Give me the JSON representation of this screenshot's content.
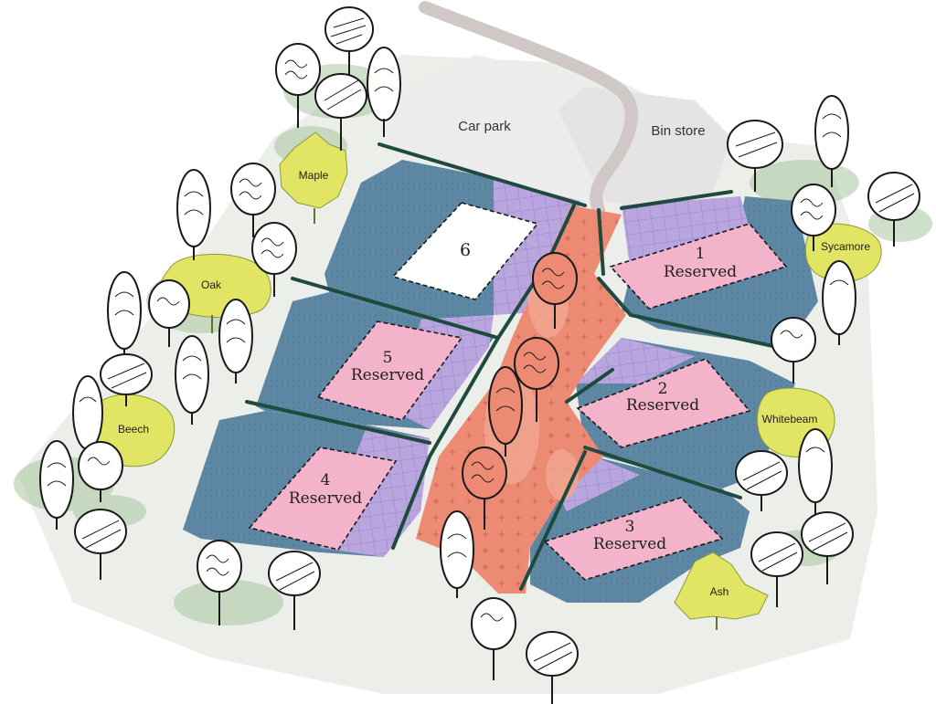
{
  "areas": {
    "car_park": "Car park",
    "bin_store": "Bin store"
  },
  "plots": [
    {
      "id": "1",
      "number": "1",
      "status": "Reserved"
    },
    {
      "id": "2",
      "number": "2",
      "status": "Reserved"
    },
    {
      "id": "3",
      "number": "3",
      "status": "Reserved"
    },
    {
      "id": "4",
      "number": "4",
      "status": "Reserved"
    },
    {
      "id": "5",
      "number": "5",
      "status": "Reserved"
    },
    {
      "id": "6",
      "number": "6",
      "status": ""
    }
  ],
  "named_trees": {
    "maple": "Maple",
    "oak": "Oak",
    "beech": "Beech",
    "sycamore": "Sycamore",
    "whitebeam": "Whitebeam",
    "ash": "Ash"
  },
  "colors": {
    "background": "#ffffff",
    "paved_area": "#ececec",
    "garden_blue": "#5d87a3",
    "lavender_grid": "#b9a6de",
    "reserved_plot": "#f3b3cb",
    "available_plot": "#ffffff",
    "central_path": "#ec8a74",
    "road": "#d0c9c7",
    "hedge_line": "#1f4a3e",
    "named_tree": "#e2e563",
    "tree_shadow": "#b8cfad"
  }
}
